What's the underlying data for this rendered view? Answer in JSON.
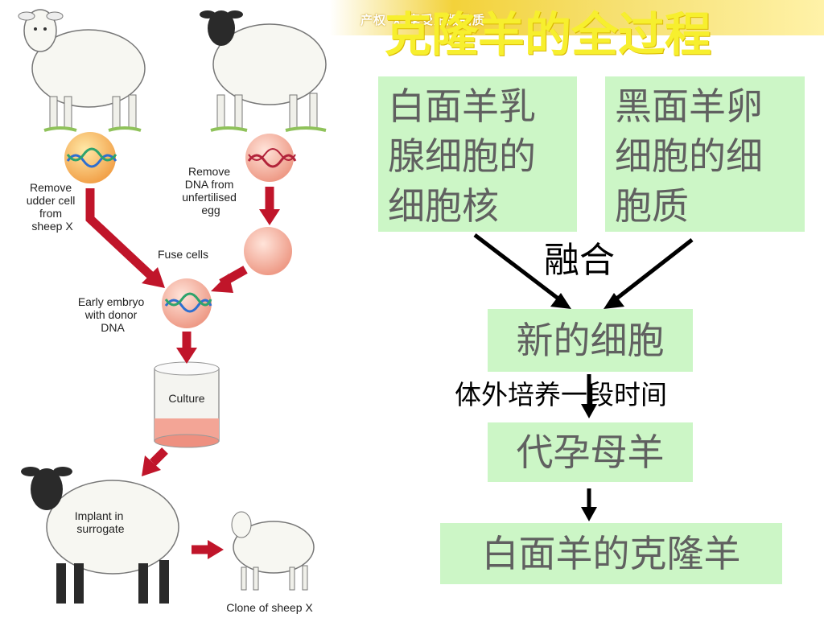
{
  "title": "克隆羊的全过程",
  "watermark": "产权 ★ 享受正版品质",
  "illustration": {
    "remove_udder": [
      "Remove",
      "udder cell",
      "from",
      "sheep X"
    ],
    "remove_dna": [
      "Remove",
      "DNA from",
      "unfertilised",
      "egg"
    ],
    "fuse": "Fuse cells",
    "embryo": [
      "Early embryo",
      "with donor",
      "DNA"
    ],
    "culture": "Culture",
    "implant": [
      "Implant in",
      "surrogate"
    ],
    "clone": "Clone of sheep X"
  },
  "flow": {
    "box_white": "白面羊乳腺细胞的细胞核",
    "box_white_lines": [
      "白面羊乳",
      "腺细胞的",
      "细胞核"
    ],
    "box_black_lines": [
      "黑面羊卵",
      "细胞的细",
      "胞质"
    ],
    "fuse_label": "融合",
    "new_cell": "新的细胞",
    "culture_label": "体外培养一段时间",
    "surrogate": "代孕母羊",
    "result": "白面羊的克隆羊"
  },
  "colors": {
    "box_bg": "#ccf6c6",
    "arrow_red": "#c0152a",
    "title": "#f7ef2e"
  }
}
